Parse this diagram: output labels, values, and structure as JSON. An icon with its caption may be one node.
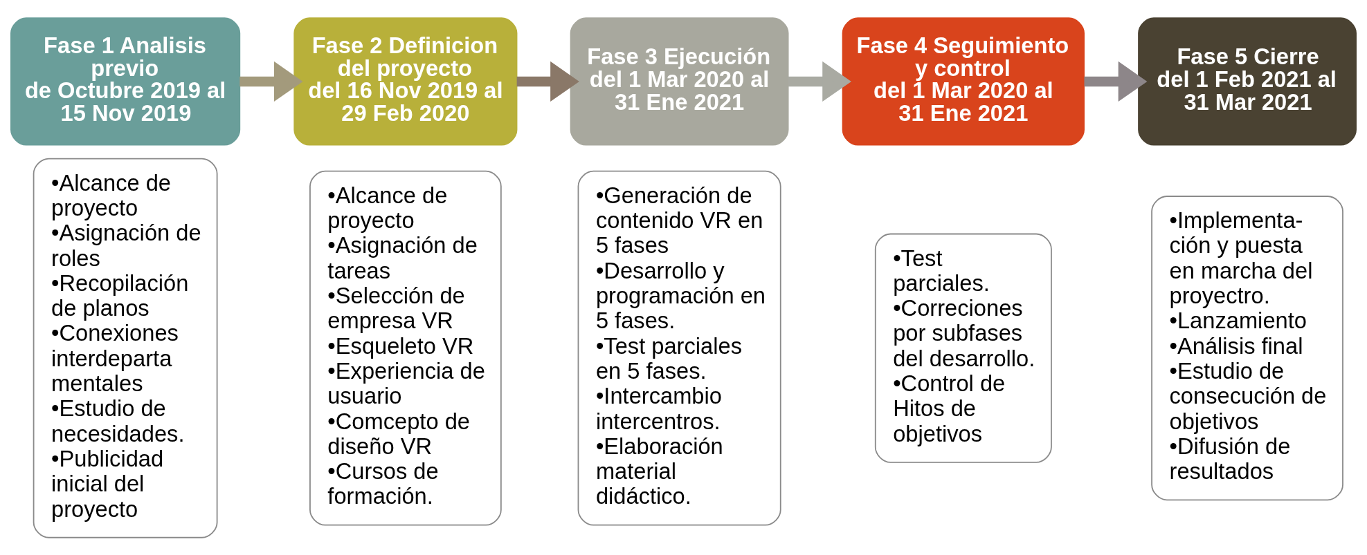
{
  "diagram": {
    "nodes": [
      {
        "text": [
          "Fase 1 Analisis previo",
          "de Octubre 2019 al 15 Nov 2019"
        ]
      },
      {
        "text": [
          "•Alcance de proyecto",
          "•Asignación de roles",
          "•Recopilación de planos",
          "•Conexiones interdeparta mentales",
          "•Estudio de necesidades.",
          "•Publicidad inicial del proyecto"
        ]
      },
      {
        "text": [
          "Fase 2 Definicion del proyecto",
          "del 16 Nov 2019 al 29 Feb 2020"
        ]
      },
      {
        "text": [
          "•Alcance de proyecto",
          "•Asignación de tareas",
          "•Selección de empresa VR",
          "•Esqueleto VR",
          "•Experiencia de usuario",
          "•Comcepto de diseño VR",
          "•Cursos de formación."
        ]
      },
      {
        "text": [
          "Fase 3 Ejecución",
          "del 1 Mar 2020 al 31 Ene 2021"
        ]
      },
      {
        "text": [
          "•Generación de contenido VR en 5 fases",
          "•Desarrollo y programación en 5 fases.",
          "•Test parciales en 5 fases.",
          "•Intercambio intercentros.",
          "•Elaboración material didáctico."
        ]
      },
      {
        "text": [
          "Fase 4 Seguimiento y control",
          "del 1 Mar 2020 al 31 Ene 2021"
        ]
      },
      {
        "text": [
          "•Test parciales.",
          "•Correciones por subfases del desarrollo.",
          "•Control de Hitos de objetivos"
        ]
      },
      {
        "text": [
          "Fase 5 Cierre",
          "del 1 Feb 2021 al 31 Mar 2021"
        ]
      },
      {
        "text": [
          "•Implementa- ción y puesta en marcha del proyectro.",
          "•Lanzamiento",
          "•Análisis final",
          "•Estudio de consecución de objetivos",
          "•Difusión de resultados"
        ]
      }
    ],
    "edges": [
      {
        "from": 0,
        "to": 2,
        "arrow": "to",
        "color": "#a39a7c"
      },
      {
        "from": 2,
        "to": 4,
        "arrow": "to",
        "color": "#8a7868"
      },
      {
        "from": 4,
        "to": 6,
        "arrow": "to",
        "color": "#a9aaa2"
      },
      {
        "from": 6,
        "to": 8,
        "arrow": "to",
        "color": "#8d8689"
      }
    ]
  }
}
